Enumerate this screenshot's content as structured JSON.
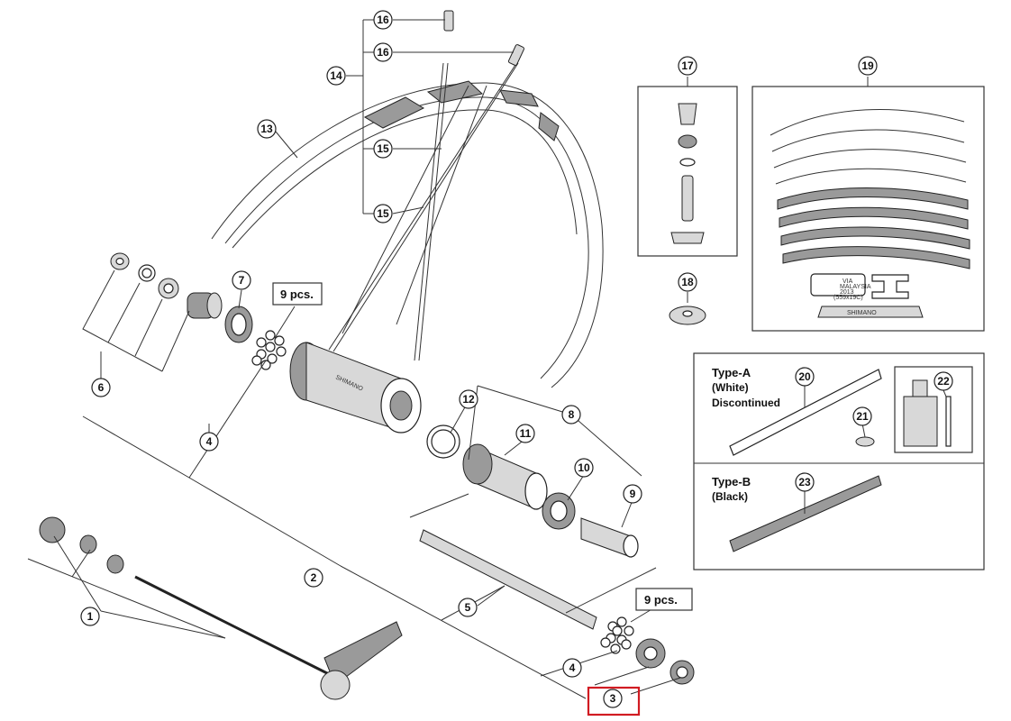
{
  "callouts": [
    {
      "id": "c1",
      "number": "1"
    },
    {
      "id": "c2",
      "number": "2"
    },
    {
      "id": "c3",
      "number": "3"
    },
    {
      "id": "c4a",
      "number": "4"
    },
    {
      "id": "c4b",
      "number": "4"
    },
    {
      "id": "c5",
      "number": "5"
    },
    {
      "id": "c6",
      "number": "6"
    },
    {
      "id": "c7",
      "number": "7"
    },
    {
      "id": "c8",
      "number": "8"
    },
    {
      "id": "c9",
      "number": "9"
    },
    {
      "id": "c10",
      "number": "10"
    },
    {
      "id": "c11",
      "number": "11"
    },
    {
      "id": "c12",
      "number": "12"
    },
    {
      "id": "c13",
      "number": "13"
    },
    {
      "id": "c14",
      "number": "14"
    },
    {
      "id": "c15a",
      "number": "15"
    },
    {
      "id": "c15b",
      "number": "15"
    },
    {
      "id": "c16a",
      "number": "16"
    },
    {
      "id": "c16b",
      "number": "16"
    },
    {
      "id": "c17",
      "number": "17"
    },
    {
      "id": "c18",
      "number": "18"
    },
    {
      "id": "c19",
      "number": "19"
    },
    {
      "id": "c20",
      "number": "20"
    },
    {
      "id": "c21",
      "number": "21"
    },
    {
      "id": "c22",
      "number": "22"
    },
    {
      "id": "c23",
      "number": "23"
    }
  ],
  "qty_labels": {
    "front_bearing_balls": "9 pcs.",
    "rear_bearing_balls": "9 pcs."
  },
  "type_a": {
    "title": "Type-A",
    "color": "(White)",
    "status": "Discontinued"
  },
  "type_b": {
    "title": "Type-B",
    "color": "(Black)"
  },
  "decal_text": {
    "via_title": "VIA",
    "via_line1": "MALAYSIA",
    "via_line2": "2013",
    "via_line3": "(559x19C)",
    "brand": "SHIMANO"
  },
  "highlight_color": "#d11b22"
}
